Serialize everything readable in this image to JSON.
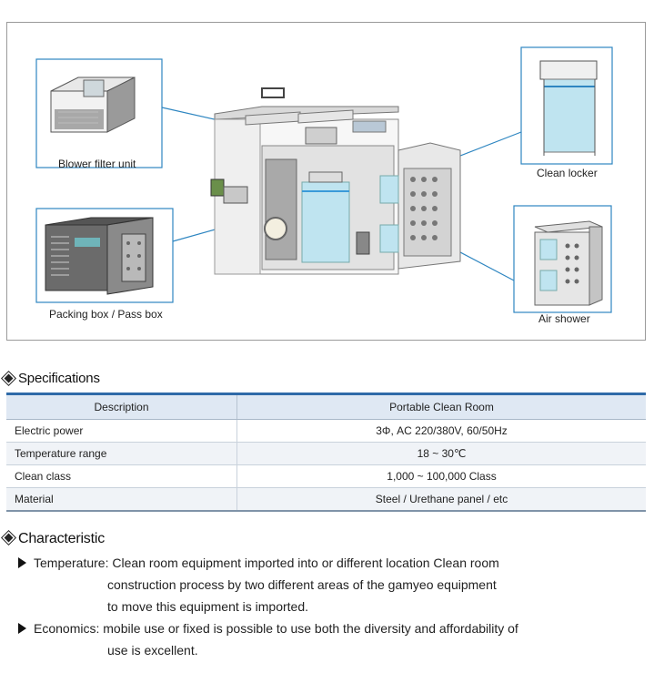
{
  "diagram": {
    "callouts": {
      "blower": "Blower filter unit",
      "packing": "Packing box / Pass box",
      "locker": "Clean locker",
      "shower": "Air shower"
    }
  },
  "specifications": {
    "heading": "Specifications",
    "header": {
      "description": "Description",
      "value": "Portable Clean Room"
    },
    "rows": [
      {
        "label": "Electric power",
        "value": "3Φ, AC 220/380V, 60/50Hz"
      },
      {
        "label": "Temperature range",
        "value": "18 ~ 30℃"
      },
      {
        "label": "Clean class",
        "value": "1,000 ~ 100,000 Class"
      },
      {
        "label": "Material",
        "value": "Steel / Urethane panel / etc"
      }
    ]
  },
  "characteristic": {
    "heading": "Characteristic",
    "items": [
      {
        "lines": [
          "Temperature: Clean room equipment imported into or different location Clean room",
          "construction process by two different areas of the gamyeo equipment",
          "to move this equipment is imported."
        ]
      },
      {
        "lines": [
          "Economics: mobile use or fixed is possible to use both the diversity and affordability of",
          "use is excellent."
        ]
      }
    ]
  },
  "colors": {
    "accent": "#2f6aa8",
    "leader": "#2e86c1",
    "glass": "#bfe4f0"
  }
}
